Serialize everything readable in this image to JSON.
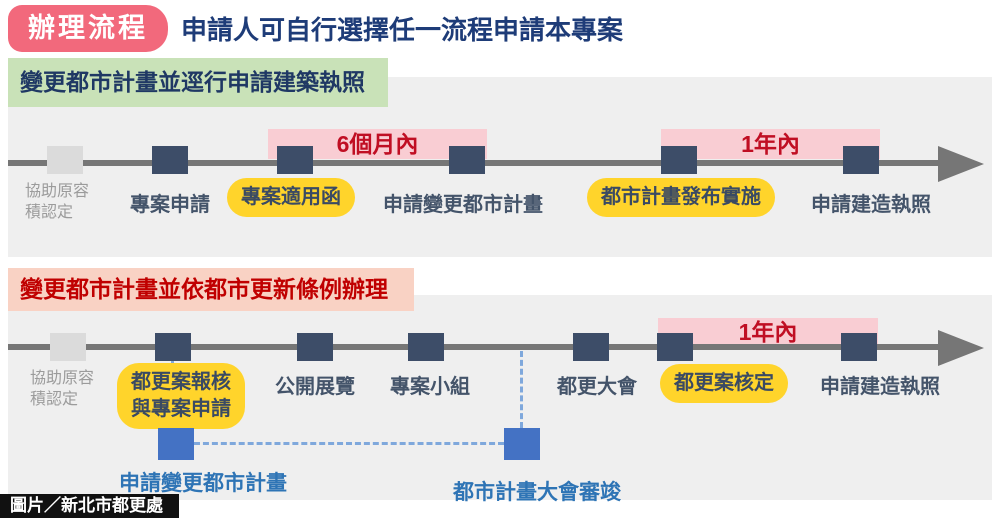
{
  "header": {
    "badge_label": "辦理流程",
    "title": "申請人可自行選擇任一流程申請本專案"
  },
  "colors": {
    "accent_pink": "#F2697C",
    "title_navy": "#1E3C78",
    "section_bg": "#EFEFEF",
    "green_heading_bg": "#C9E2B8",
    "pink_heading_bg": "#F9D2C4",
    "heading_red": "#C00000",
    "duration_band_bg": "#F9CDD3",
    "duration_text_red": "#C00E23",
    "node_navy": "#3D4D68",
    "node_gray": "#DBDBDB",
    "highlight_yellow": "#FFD42B",
    "label_navy": "#44546A",
    "label_gray": "#9B9B9B",
    "timeline_gray": "#767676",
    "sub_box_blue": "#4472C4",
    "dashed_blue": "#7FA8DC",
    "sub_label_blue": "#2E74B5"
  },
  "section1": {
    "heading": "變更都市計畫並逕行申請建築執照",
    "durations": {
      "six_months": "6個月內",
      "one_year": "1年內"
    },
    "pre_step": "協助原容\n積認定",
    "steps": {
      "s1": "專案申請",
      "s2": "專案適用函",
      "s3": "申請變更都市計畫",
      "s4": "都市計畫發布實施",
      "s5": "申請建造執照"
    }
  },
  "section2": {
    "heading": "變更都市計畫並依都市更新條例辦理",
    "durations": {
      "one_year": "1年內"
    },
    "pre_step": "協助原容\n積認定",
    "steps": {
      "s1": "都更案報核\n與專案申請",
      "s2": "公開展覽",
      "s3": "專案小組",
      "s4": "都更大會",
      "s5": "都更案核定",
      "s6": "申請建造執照"
    },
    "sub_steps": {
      "b1": "申請變更都市計畫",
      "b2": "都市計畫大會審竣"
    }
  },
  "footer": {
    "credit": "圖片／新北市都更處"
  }
}
